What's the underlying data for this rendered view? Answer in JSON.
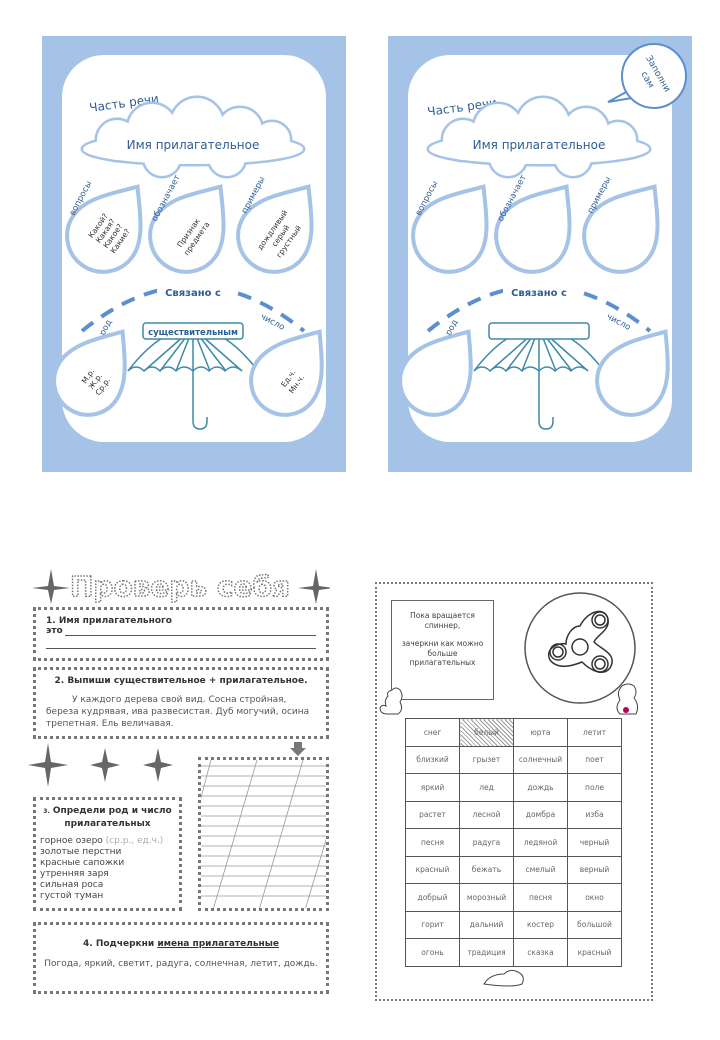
{
  "colors": {
    "card_bg": "#a4c3e6",
    "accent": "#2e5d96",
    "outline": "#a4c3e6"
  },
  "card1": {
    "part_of_speech": "Часть речи",
    "cloud_title": "Имя прилагательное",
    "labels": {
      "questions": "вопросы",
      "means": "обозначает",
      "examples": "примеры",
      "gender": "род",
      "number": "число",
      "linked": "Связано с"
    },
    "questions": [
      "Какой?",
      "Какая?",
      "Какое?",
      "Какие?"
    ],
    "means": [
      "Признак",
      "предмета"
    ],
    "examples": [
      "дождливый",
      "серый",
      "грустный"
    ],
    "umbrella_label": "существительным",
    "gender": [
      "М.р.",
      "Ж.р.",
      "Ср.р."
    ],
    "number": [
      "Ед.ч.",
      "Мн.ч."
    ]
  },
  "card2": {
    "part_of_speech": "Часть речи",
    "cloud_title": "Имя прилагательное",
    "bubble": [
      "Заполни",
      "сам"
    ],
    "labels": {
      "questions": "вопросы",
      "means": "обозначает",
      "examples": "примеры",
      "gender": "род",
      "number": "число",
      "linked": "Связано с"
    }
  },
  "worksheet1": {
    "title": "Проверь себя",
    "task1": {
      "line1": "1. Имя прилагательного",
      "line2": "это"
    },
    "task2": {
      "title": "2. Выпиши существительное + прилагательное.",
      "text": "У каждого дерева свой вид. Сосна стройная, береза кудрявая, ива развесистая. Дуб могучий, осина трепетная. Ель величавая."
    },
    "task3": {
      "num": "3.",
      "title": "Определи род и число прилагательных",
      "items": [
        {
          "text": "горное озеро",
          "hint": "(ср.р., ед.ч.)"
        },
        {
          "text": "золотые перстни"
        },
        {
          "text": "красные сапожки"
        },
        {
          "text": "утренняя заря"
        },
        {
          "text": "сильная роса"
        },
        {
          "text": "густой туман"
        }
      ]
    },
    "task4": {
      "title_prefix": "4. Подчеркни ",
      "title_underlined": "имена прилагательные",
      "text": "Погода, яркий, светит, радуга, солнечная, летит, дождь."
    }
  },
  "worksheet2": {
    "instruction": [
      "Пока вращается",
      "спиннер,",
      "",
      "зачеркни как можно",
      "больше",
      "прилагательных"
    ],
    "grid": [
      [
        "снег",
        "белый",
        "юрта",
        "летит"
      ],
      [
        "близкий",
        "грызет",
        "солнечный",
        "поет"
      ],
      [
        "яркий",
        "лед",
        "дождь",
        "поле"
      ],
      [
        "растет",
        "лесной",
        "домбра",
        "изба"
      ],
      [
        "песня",
        "радуга",
        "ледяной",
        "черный"
      ],
      [
        "красный",
        "бежать",
        "смелый",
        "верный"
      ],
      [
        "добрый",
        "морозный",
        "песня",
        "окно"
      ],
      [
        "горит",
        "дальний",
        "костер",
        "большой"
      ],
      [
        "огонь",
        "традиция",
        "сказка",
        "красный"
      ]
    ],
    "crossed_out": [
      "белый"
    ]
  }
}
